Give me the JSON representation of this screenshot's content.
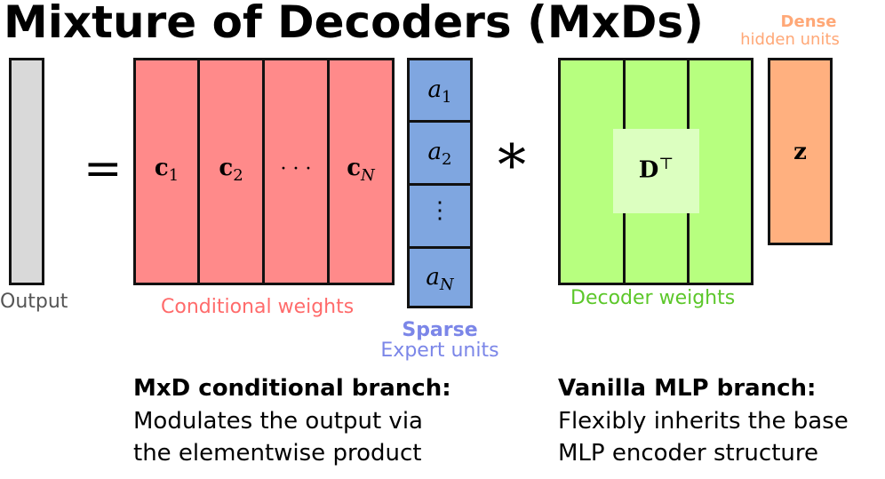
{
  "title": "Mixture of Decoders (MxDs)",
  "output": {
    "label": "Output"
  },
  "equals_symbol": "=",
  "times_symbol": "*",
  "conditional": {
    "cells": [
      {
        "base": "c",
        "sub": "1"
      },
      {
        "base": "c",
        "sub": "2"
      },
      {
        "base": "· · ·",
        "sub": ""
      },
      {
        "base": "c",
        "sub": "N"
      }
    ],
    "caption": "Conditional weights"
  },
  "expert": {
    "cells": [
      {
        "base": "a",
        "sub": "1"
      },
      {
        "base": "a",
        "sub": "2"
      },
      {
        "base": "⋮",
        "sub": ""
      },
      {
        "base": "a",
        "sub": "N"
      }
    ],
    "caption_bold": "Sparse",
    "caption": "Expert units"
  },
  "decoder": {
    "matrix_base": "D",
    "matrix_sup": "⊤",
    "caption": "Decoder weights"
  },
  "dense": {
    "vector": "z",
    "caption_bold": "Dense",
    "caption": "hidden units"
  },
  "branches": {
    "mxd": {
      "heading": "MxD conditional branch:",
      "line1": "Modulates the output via",
      "line2": "the elementwise product"
    },
    "mlp": {
      "heading": "Vanilla MLP branch:",
      "line1": "Flexibly inherits the base",
      "line2": "MLP encoder structure"
    }
  },
  "colors": {
    "output_fill": "#d9d9d9",
    "conditional_fill": "#ff8a8a",
    "conditional_text": "#ff6b6b",
    "expert_fill": "#7fa6e0",
    "expert_text": "#7b86e8",
    "decoder_fill": "#b7ff7f",
    "decoder_inner": "#dcffc0",
    "decoder_text": "#5cc72a",
    "dense_fill": "#ffb07f",
    "dense_text": "#ffa877",
    "output_text": "#555555"
  }
}
